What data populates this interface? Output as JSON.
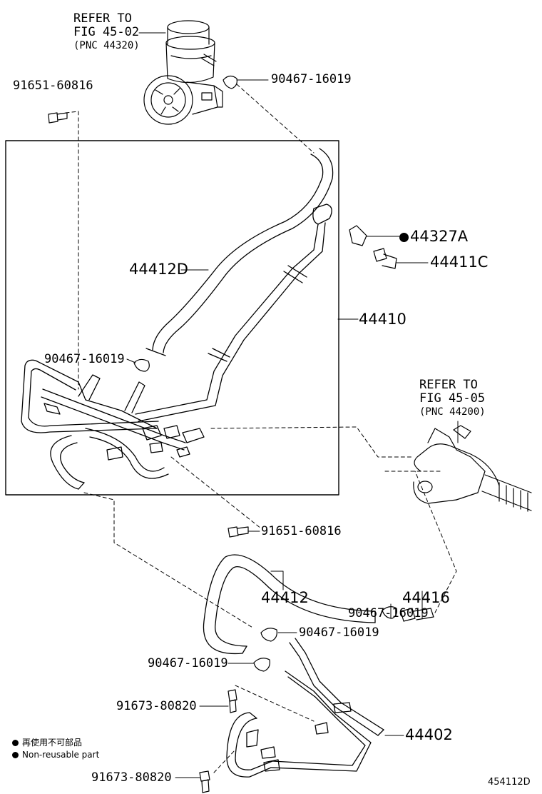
{
  "diagram": {
    "refs": [
      {
        "line1": "REFER TO",
        "line2": "FIG 45-02",
        "line3": "(PNC 44320)"
      },
      {
        "line1": "REFER TO",
        "line2": "FIG 45-05",
        "line3": "(PNC 44200)"
      }
    ],
    "parts": {
      "p_91651_60816_top": "91651-60816",
      "p_90467_16019_top": "90467-16019",
      "p_44327A": "44327A",
      "p_44411C": "44411C",
      "p_44412D": "44412D",
      "p_44410": "44410",
      "p_90467_16019_mid": "90467-16019",
      "p_91651_60816_mid": "91651-60816",
      "p_44412": "44412",
      "p_44416": "44416",
      "p_90467_16019_right": "90467-16019",
      "p_90467_16019_lower": "90467-16019",
      "p_90467_16019_left": "90467-16019",
      "p_91673_80820_top": "91673-80820",
      "p_44402": "44402",
      "p_91673_80820_bot": "91673-80820"
    },
    "legend": {
      "item1": "再使用不可部品",
      "item2": "Non-reusable part"
    },
    "figure_id": "454112D"
  }
}
